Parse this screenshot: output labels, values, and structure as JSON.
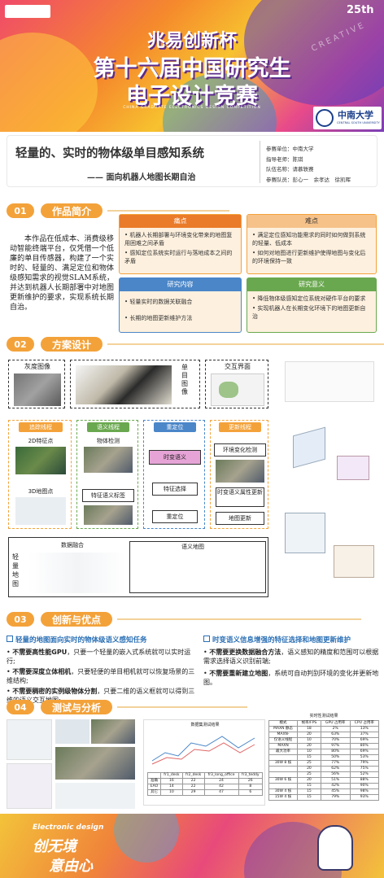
{
  "header": {
    "tag": "25th",
    "cup": "兆易创新杯",
    "title1": "第十六届中国研究生",
    "title2": "电子设计竞赛",
    "subtitle": "CHINA GRADUATE ELECTRONICS DESIGN COMPETITION",
    "logo_cn": "中南大学",
    "logo_en": "CENTRAL SOUTH UNIVERSITY",
    "side": "CREATIVE"
  },
  "project": {
    "title": "轻量的、实时的物体级单目感知系统",
    "subtitle": "—— 面向机器人地图长期自治",
    "info": [
      "参赛单位：中南大学",
      "指导老师：陈琪",
      "队伍名称：请慕轶赛",
      "参赛队员：彭心一　余孝达　徐凯晖"
    ]
  },
  "s1": {
    "num": "01",
    "title": "作品简介",
    "intro": "本作品在低成本、消费级移动智能终端平台，仅凭借一个低廉的单目传感器，构建了一个实时的、轻量的、满足定位和物体级感知需求的视觉SLAM系统，并达到机器人长期部署中对地图更新维护的要求，实现系统长期自治。",
    "boxes": [
      {
        "head": "痛点",
        "items": [
          "机器人长期部署与环境变化带来的地图复用困难之间矛盾",
          "感知定位系统实时运行与落地成本之间的矛盾"
        ]
      },
      {
        "head": "难点",
        "items": [
          "满足定位感知功能需求的同时如何做到系统的轻量、低成本",
          "如何对地图进行更新维护使得地图与变化后的环境保持一致"
        ]
      },
      {
        "head": "研究内容",
        "items": [
          "轻量实时的数据关联融合",
          "长期的地图更新维护方法"
        ]
      },
      {
        "head": "研究意义",
        "items": [
          "降低物体级感知定位系统对硬件平台的要求",
          "实现机器人在长期变化环境下的地图更新自治"
        ]
      }
    ]
  },
  "s2": {
    "num": "02",
    "title": "方案设计",
    "labels": {
      "gray": "灰度图像",
      "mono": "单目图像",
      "ui": "交互界面",
      "track": "追踪线程",
      "semantic": "语义线程",
      "reloc": "重定位",
      "update": "更新线程",
      "kp2d": "2D特征点",
      "mp3d": "3D地图点",
      "detect": "物体检测",
      "tag": "特征语义标签",
      "tvs": "时变语义",
      "fs": "特征选择",
      "reloc2": "重定位",
      "envd": "环境变化检测",
      "tvattr": "时变语义属性更新",
      "mapup": "地图更新",
      "fusion": "数据融合",
      "semmap": "语义地图",
      "lightmap": "轻量地图"
    }
  },
  "s3": {
    "num": "03",
    "title": "创新与优点",
    "left_head": "轻量的地图面向实时的物体级语义感知任务",
    "left": [
      {
        "b": "不需要高性能GPU",
        "t": "，只要一个轻量的嵌入式系统就可以实时运行;"
      },
      {
        "b": "不需要深度立体相机",
        "t": "，只要轻便的单目相机就可以恢复场景的三维结构;"
      },
      {
        "b": "不需要稠密的实例级物体分割",
        "t": "，只要二维的语义框就可以得到三维的语义交互地图;"
      }
    ],
    "right_head": "时变语义信息增强的特征选择和地图更新维护",
    "right": [
      {
        "b": "不需要更换数据融合方法",
        "t": "，语义感知的精度和范围可以根据需求选择语义识别前端;"
      },
      {
        "b": "不需要重新建立地图",
        "t": "，系统可自动判别环境的变化并更新地图。"
      }
    ]
  },
  "s4": {
    "num": "04",
    "title": "测试与分析",
    "chart_title": "数据集测试结果",
    "table_title": "实时性测试结果",
    "t1_head": [
      "",
      "fr1_desk",
      "fr2_desk",
      "fr3_long_office",
      "fr3_teddy"
    ],
    "t1_rows": [
      [
        "准确",
        "16",
        "22",
        "24",
        "26"
      ],
      [
        "EAO",
        "14",
        "22",
        "42",
        "8"
      ],
      [
        "其它",
        "10",
        "29",
        "47",
        "6"
      ]
    ],
    "t2_head": [
      "模式",
      "帧率/FPS",
      "GPU 占用率",
      "CPU 占用率"
    ],
    "t2_rows": [
      [
        "MAXN 静态",
        "18",
        "2%",
        "13%"
      ],
      [
        "MAXN-",
        "20",
        "63%",
        "37%"
      ],
      [
        "仅语义线程",
        "10",
        "70%",
        "69%"
      ],
      [
        "MAXN",
        "20",
        "97%",
        "80%"
      ],
      [
        "最大功率",
        "10",
        "80%",
        "69%"
      ],
      [
        "",
        "15",
        "50%",
        "53%"
      ],
      [
        "30W 8 核",
        "25",
        "77%",
        "79%"
      ],
      [
        "",
        "20",
        "62%",
        "75%"
      ],
      [
        "",
        "25",
        "56%",
        "52%"
      ],
      [
        "30W 6 核",
        "20",
        "51%",
        "88%"
      ],
      [
        "",
        "15",
        "42%",
        "90%"
      ],
      [
        "30W 4 核",
        "15",
        "45%",
        "98%"
      ],
      [
        "15W 4 核",
        "15",
        "79%",
        "93%"
      ]
    ]
  },
  "footer": {
    "en": "Electronic design",
    "cn1": "创无境",
    "cn2": "意由心"
  },
  "colors": {
    "orange": "#f3a23a",
    "green_head": "#6aa84f",
    "blue_head": "#4a86c8",
    "cream": "#fdf0de"
  }
}
